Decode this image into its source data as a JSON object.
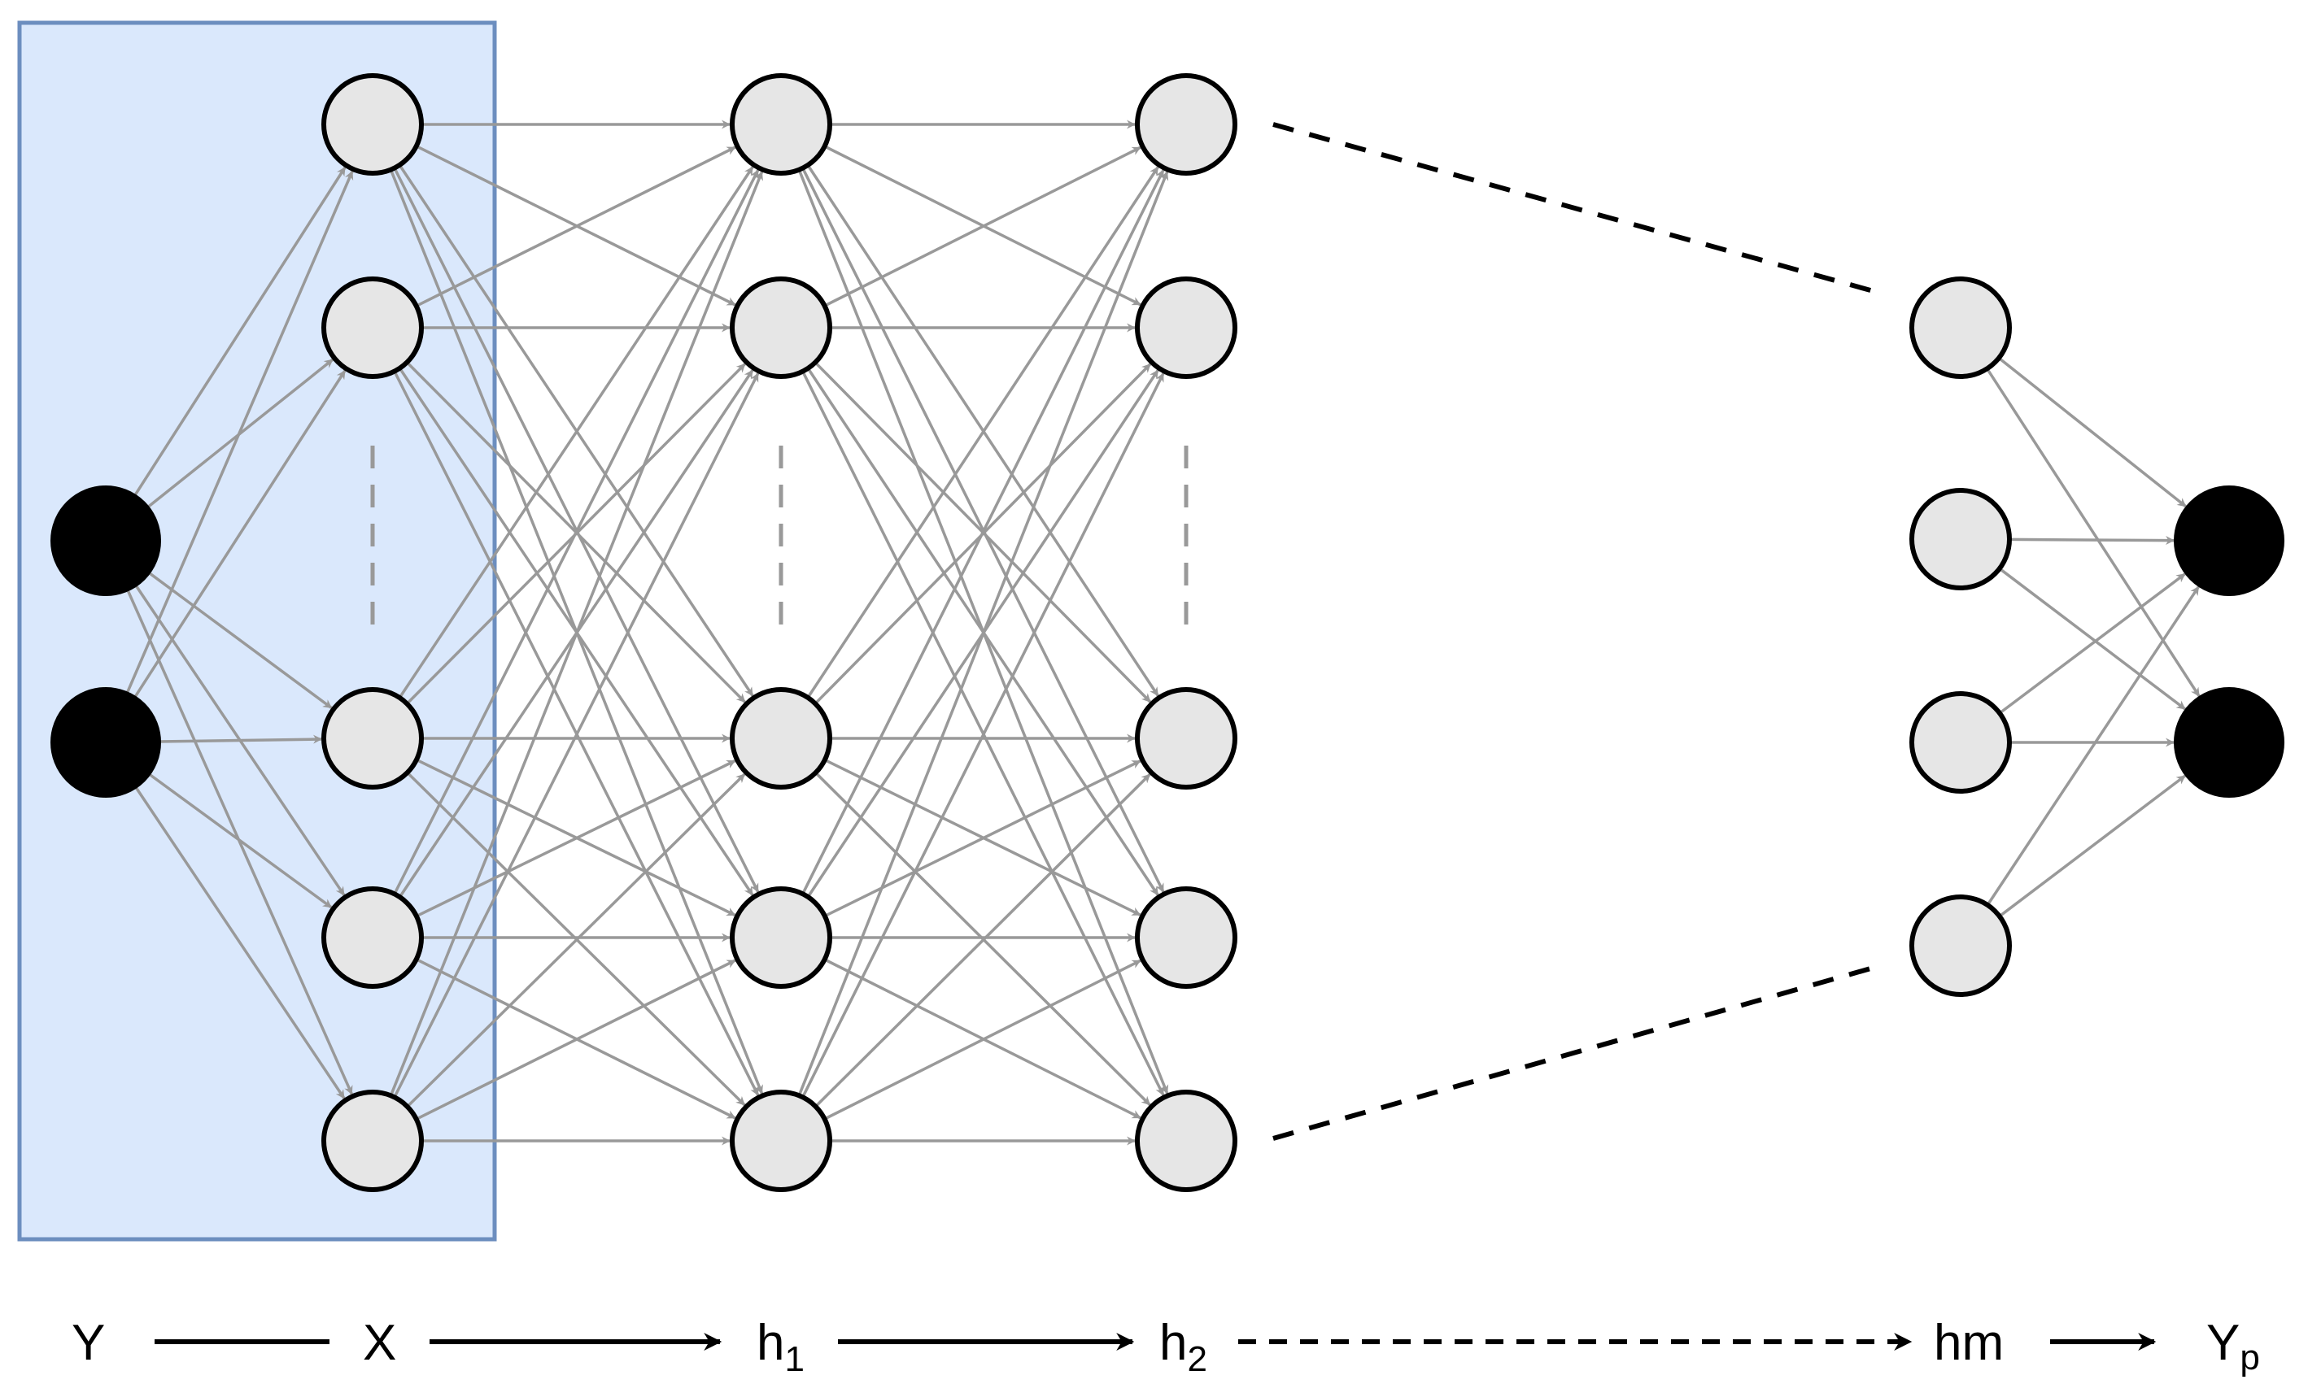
{
  "colors": {
    "highlight_fill": "#dae8fc",
    "highlight_stroke": "#6c8ebf",
    "neuron_fill": "#e6e6e6",
    "neuron_stroke": "#000000",
    "io_fill": "#000000",
    "edge": "#999999",
    "ellipsis": "#999999"
  },
  "layers": [
    {
      "name": "input",
      "nodes": 2,
      "kind": "io"
    },
    {
      "name": "x",
      "nodes": 5,
      "kind": "hidden"
    },
    {
      "name": "h1",
      "nodes": 5,
      "kind": "hidden"
    },
    {
      "name": "h2",
      "nodes": 5,
      "kind": "hidden"
    },
    {
      "name": "hm",
      "nodes": 4,
      "kind": "hidden"
    },
    {
      "name": "output",
      "nodes": 2,
      "kind": "io"
    }
  ],
  "labels": {
    "y": "Y",
    "x": "X",
    "h1_base": "h",
    "h1_sub": "1",
    "h2_base": "h",
    "h2_sub": "2",
    "hm": "hm",
    "yp_base": "Y",
    "yp_sub": "p"
  }
}
